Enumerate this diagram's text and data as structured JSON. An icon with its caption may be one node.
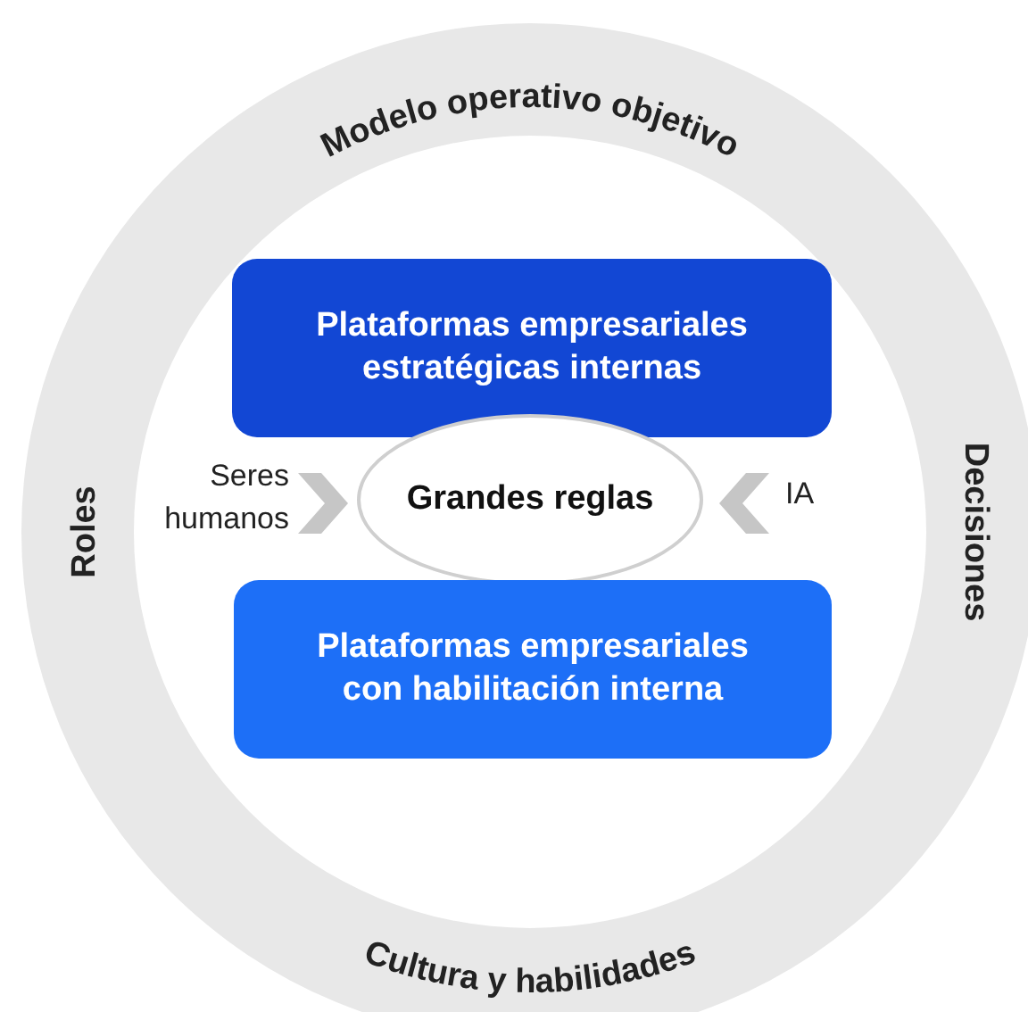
{
  "diagram": {
    "nodes": [
      {
        "text": [
          "Modelo operativo objetivo",
          "Roles",
          "Decisiones",
          "Cultura y habilidades"
        ]
      },
      {
        "text": [
          "Plataformas empresariales estratégicas internas"
        ],
        "in": 0
      },
      {
        "text": [
          "Seres humanos"
        ],
        "in": 0
      },
      {
        "text": [
          "Grandes reglas"
        ],
        "in": 0
      },
      {
        "text": [
          "IA"
        ],
        "in": 0
      },
      {
        "text": [
          "Plataformas empresariales con habilitación interna"
        ],
        "in": 0
      }
    ],
    "edges": [
      {
        "from": 2,
        "to": 3,
        "arrow": "to"
      },
      {
        "from": 4,
        "to": 3,
        "arrow": "to"
      }
    ]
  }
}
